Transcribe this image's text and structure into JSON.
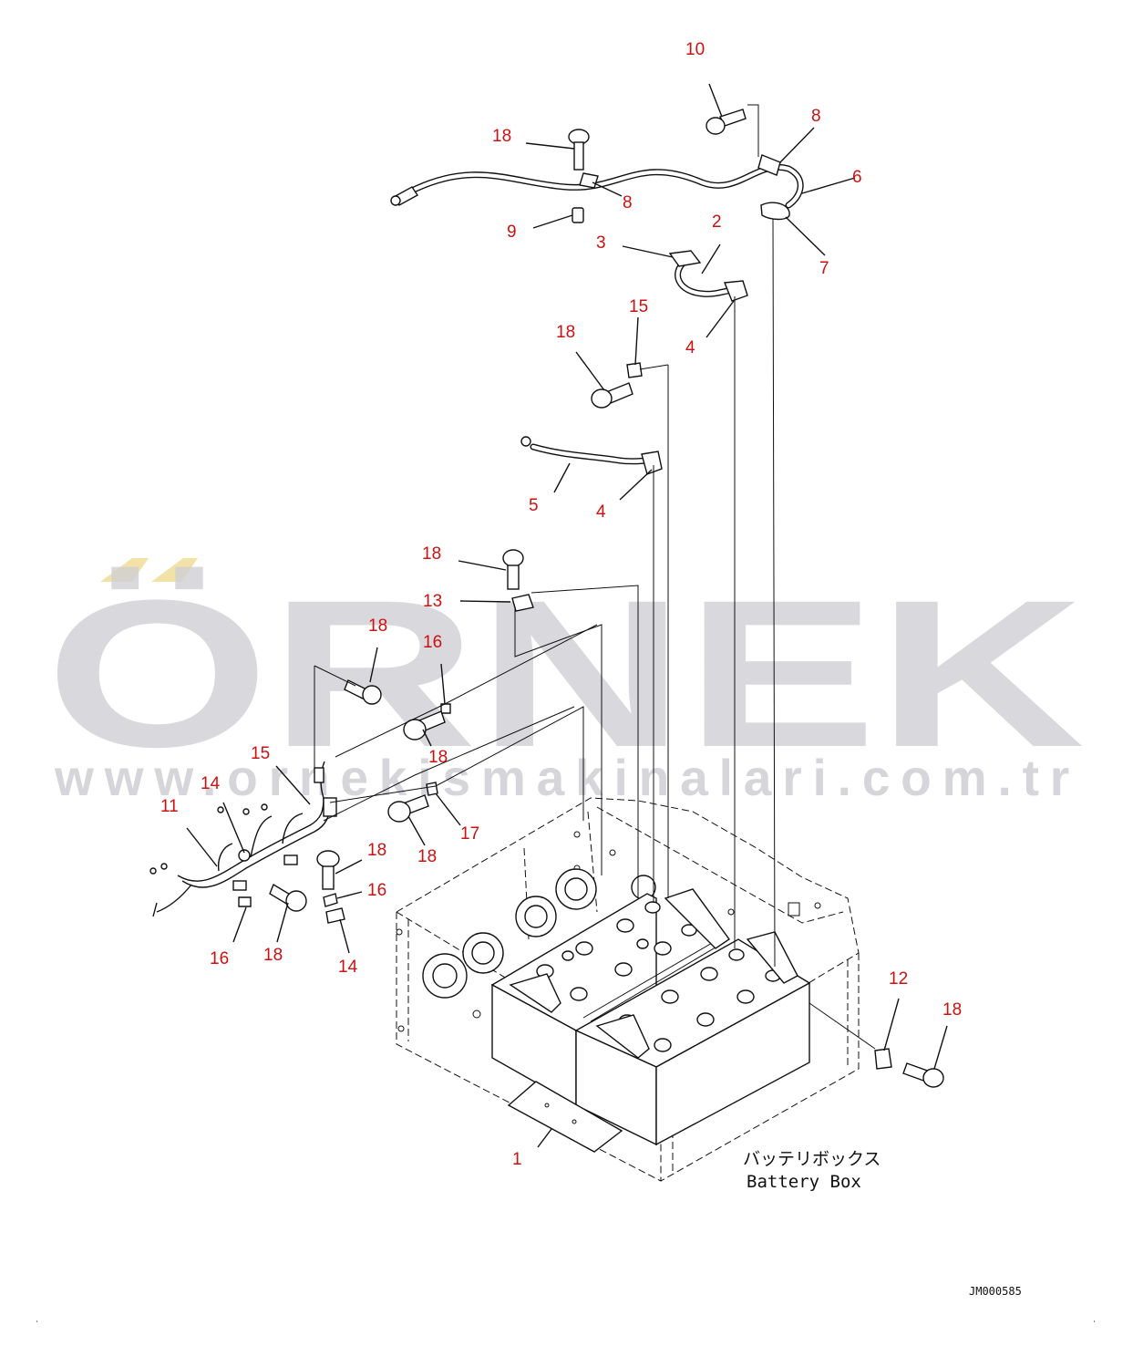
{
  "watermark": {
    "brand": "ÖRNEK",
    "url": "www.ornekismakinalari.com.tr",
    "accent_color": "#f2e2a8",
    "text_color": "#cfcfd4"
  },
  "diagram": {
    "box_label_jp": "バッテリボックス",
    "box_label_en": "Battery Box",
    "drawing_code": "JM000585",
    "callout_color": "#cc1111"
  },
  "callouts": [
    "10",
    "8",
    "18",
    "6",
    "8",
    "9",
    "2",
    "3",
    "7",
    "15",
    "4",
    "18",
    "5",
    "4",
    "18",
    "13",
    "18",
    "16",
    "18",
    "15",
    "14",
    "17",
    "11",
    "18",
    "18",
    "16",
    "16",
    "18",
    "14",
    "12",
    "18",
    "1"
  ]
}
